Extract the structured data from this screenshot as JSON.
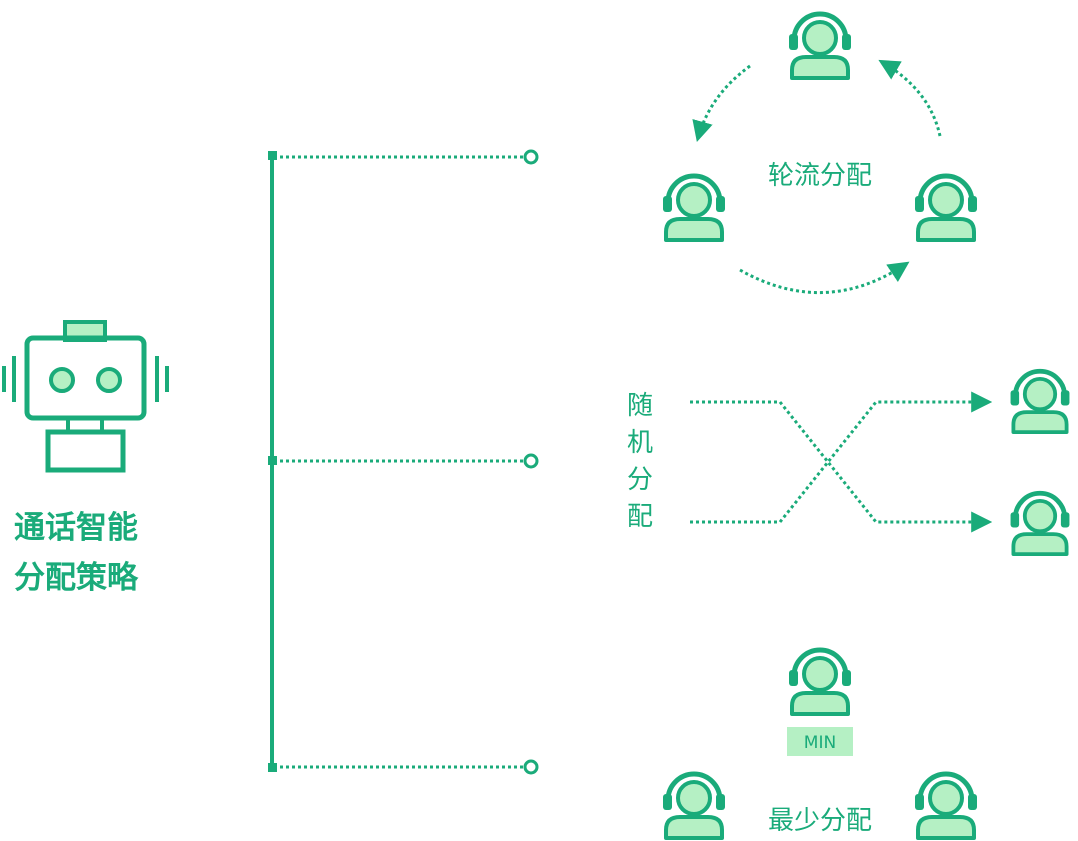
{
  "robot": {
    "title_line1": "通话智能",
    "title_line2": "分配策略"
  },
  "strategies": {
    "round_robin": {
      "label": "轮流分配"
    },
    "random": {
      "label_chars": [
        "随",
        "机",
        "分",
        "配"
      ]
    },
    "least": {
      "label": "最少分配",
      "tag": "MIN"
    }
  },
  "colors": {
    "primary": "#1aab7a",
    "agent_fill": "#b5f0c4",
    "tag_bg": "#b5f0c4"
  }
}
